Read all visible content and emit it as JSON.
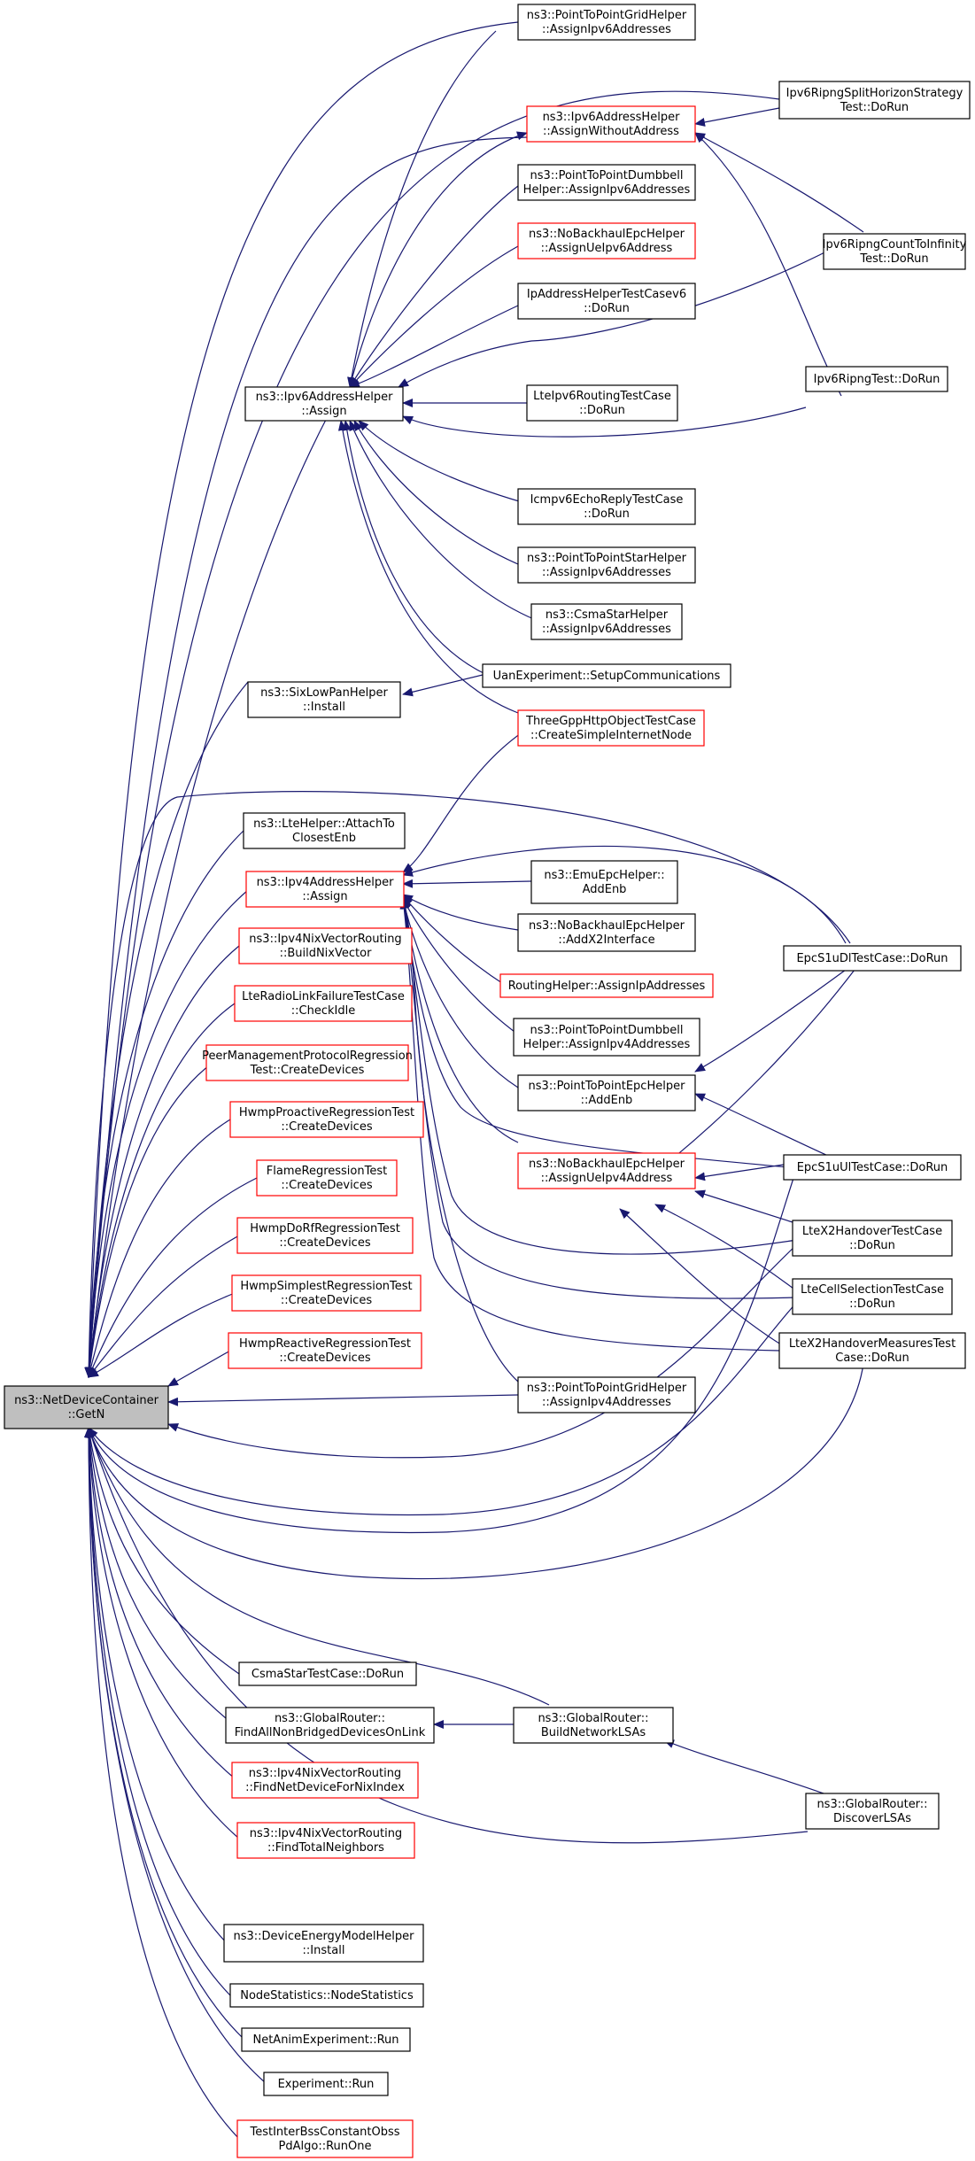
{
  "colors": {
    "edge": "#191970",
    "normal_border": "#000000",
    "linked_border": "#ff0000",
    "root_fill": "#bfbfbf"
  },
  "nodes": {
    "root": {
      "lines": [
        "ns3::NetDeviceContainer",
        "::GetN"
      ],
      "style": "root"
    },
    "ipv6_assign": {
      "lines": [
        "ns3::Ipv6AddressHelper",
        "::Assign"
      ],
      "style": "normal"
    },
    "ptp_grid_v6": {
      "lines": [
        "ns3::PointToPointGridHelper",
        "::AssignIpv6Addresses"
      ],
      "style": "normal"
    },
    "ipv6_assign_without": {
      "lines": [
        "ns3::Ipv6AddressHelper",
        "::AssignWithoutAddress"
      ],
      "style": "red"
    },
    "ptp_dumbbell_v6": {
      "lines": [
        "ns3::PointToPointDumbbell",
        "Helper::AssignIpv6Addresses"
      ],
      "style": "normal"
    },
    "nobackhaul_ue_v6": {
      "lines": [
        "ns3::NoBackhaulEpcHelper",
        "::AssignUeIpv6Address"
      ],
      "style": "red"
    },
    "ipaddr_testv6": {
      "lines": [
        "IpAddressHelperTestCasev6",
        "::DoRun"
      ],
      "style": "normal"
    },
    "lte_ipv6_routing": {
      "lines": [
        "LteIpv6RoutingTestCase",
        "::DoRun"
      ],
      "style": "normal"
    },
    "icmpv6_echo": {
      "lines": [
        "Icmpv6EchoReplyTestCase",
        "::DoRun"
      ],
      "style": "normal"
    },
    "ptp_star_v6": {
      "lines": [
        "ns3::PointToPointStarHelper",
        "::AssignIpv6Addresses"
      ],
      "style": "normal"
    },
    "csma_star_v6": {
      "lines": [
        "ns3::CsmaStarHelper",
        "::AssignIpv6Addresses"
      ],
      "style": "normal"
    },
    "uan_setup": {
      "lines": [
        "UanExperiment::SetupCommunications"
      ],
      "style": "normal"
    },
    "threegpp_http": {
      "lines": [
        "ThreeGppHttpObjectTestCase",
        "::CreateSimpleInternetNode"
      ],
      "style": "red"
    },
    "ripng_split": {
      "lines": [
        "Ipv6RipngSplitHorizonStrategy",
        "Test::DoRun"
      ],
      "style": "normal"
    },
    "ripng_count": {
      "lines": [
        "Ipv6RipngCountToInfinity",
        "Test::DoRun"
      ],
      "style": "normal"
    },
    "ripng_test": {
      "lines": [
        "Ipv6RipngTest::DoRun"
      ],
      "style": "normal"
    },
    "sixlowpan": {
      "lines": [
        "ns3::SixLowPanHelper",
        "::Install"
      ],
      "style": "normal"
    },
    "lte_attach": {
      "lines": [
        "ns3::LteHelper::AttachTo",
        "ClosestEnb"
      ],
      "style": "normal"
    },
    "ipv4_assign": {
      "lines": [
        "ns3::Ipv4AddressHelper",
        "::Assign"
      ],
      "style": "red"
    },
    "nix_build": {
      "lines": [
        "ns3::Ipv4NixVectorRouting",
        "::BuildNixVector"
      ],
      "style": "red"
    },
    "lte_rlf": {
      "lines": [
        "LteRadioLinkFailureTestCase",
        "::CheckIdle"
      ],
      "style": "red"
    },
    "peer_mgmt": {
      "lines": [
        "PeerManagementProtocolRegression",
        "Test::CreateDevices"
      ],
      "style": "red"
    },
    "hwmp_proactive": {
      "lines": [
        "HwmpProactiveRegressionTest",
        "::CreateDevices"
      ],
      "style": "red"
    },
    "flame": {
      "lines": [
        "FlameRegressionTest",
        "::CreateDevices"
      ],
      "style": "red"
    },
    "hwmp_dorf": {
      "lines": [
        "HwmpDoRfRegressionTest",
        "::CreateDevices"
      ],
      "style": "red"
    },
    "hwmp_simplest": {
      "lines": [
        "HwmpSimplestRegressionTest",
        "::CreateDevices"
      ],
      "style": "red"
    },
    "hwmp_reactive": {
      "lines": [
        "HwmpReactiveRegressionTest",
        "::CreateDevices"
      ],
      "style": "red"
    },
    "emu_epc": {
      "lines": [
        "ns3::EmuEpcHelper::",
        "AddEnb"
      ],
      "style": "normal"
    },
    "nobackhaul_x2": {
      "lines": [
        "ns3::NoBackhaulEpcHelper",
        "::AddX2Interface"
      ],
      "style": "normal"
    },
    "routing_helper": {
      "lines": [
        "RoutingHelper::AssignIpAddresses"
      ],
      "style": "red"
    },
    "ptp_dumbbell_v4": {
      "lines": [
        "ns3::PointToPointDumbbell",
        "Helper::AssignIpv4Addresses"
      ],
      "style": "normal"
    },
    "ptp_epc_addenb": {
      "lines": [
        "ns3::PointToPointEpcHelper",
        "::AddEnb"
      ],
      "style": "normal"
    },
    "nobackhaul_ue_v4": {
      "lines": [
        "ns3::NoBackhaulEpcHelper",
        "::AssignUeIpv4Address"
      ],
      "style": "red"
    },
    "ptp_grid_v4": {
      "lines": [
        "ns3::PointToPointGridHelper",
        "::AssignIpv4Addresses"
      ],
      "style": "normal"
    },
    "epc_s1u_dl": {
      "lines": [
        "EpcS1uDlTestCase::DoRun"
      ],
      "style": "normal"
    },
    "epc_s1u_ul": {
      "lines": [
        "EpcS1uUlTestCase::DoRun"
      ],
      "style": "normal"
    },
    "ltex2_handover": {
      "lines": [
        "LteX2HandoverTestCase",
        "::DoRun"
      ],
      "style": "normal"
    },
    "lte_cell_sel": {
      "lines": [
        "LteCellSelectionTestCase",
        "::DoRun"
      ],
      "style": "normal"
    },
    "ltex2_measures": {
      "lines": [
        "LteX2HandoverMeasuresTest",
        "Case::DoRun"
      ],
      "style": "normal"
    },
    "csma_star_test": {
      "lines": [
        "CsmaStarTestCase::DoRun"
      ],
      "style": "normal"
    },
    "gr_find": {
      "lines": [
        "ns3::GlobalRouter::",
        "FindAllNonBridgedDevicesOnLink"
      ],
      "style": "normal"
    },
    "gr_build": {
      "lines": [
        "ns3::GlobalRouter::",
        "BuildNetworkLSAs"
      ],
      "style": "normal"
    },
    "gr_discover": {
      "lines": [
        "ns3::GlobalRouter::",
        "DiscoverLSAs"
      ],
      "style": "normal"
    },
    "nix_find_dev": {
      "lines": [
        "ns3::Ipv4NixVectorRouting",
        "::FindNetDeviceForNixIndex"
      ],
      "style": "red"
    },
    "nix_find_total": {
      "lines": [
        "ns3::Ipv4NixVectorRouting",
        "::FindTotalNeighbors"
      ],
      "style": "red"
    },
    "energy_install": {
      "lines": [
        "ns3::DeviceEnergyModelHelper",
        "::Install"
      ],
      "style": "normal"
    },
    "node_stats": {
      "lines": [
        "NodeStatistics::NodeStatistics"
      ],
      "style": "normal"
    },
    "netanim": {
      "lines": [
        "NetAnimExperiment::Run"
      ],
      "style": "normal"
    },
    "experiment": {
      "lines": [
        "Experiment::Run"
      ],
      "style": "normal"
    },
    "inter_bss": {
      "lines": [
        "TestInterBssConstantObss",
        "PdAlgo::RunOne"
      ],
      "style": "red"
    }
  }
}
